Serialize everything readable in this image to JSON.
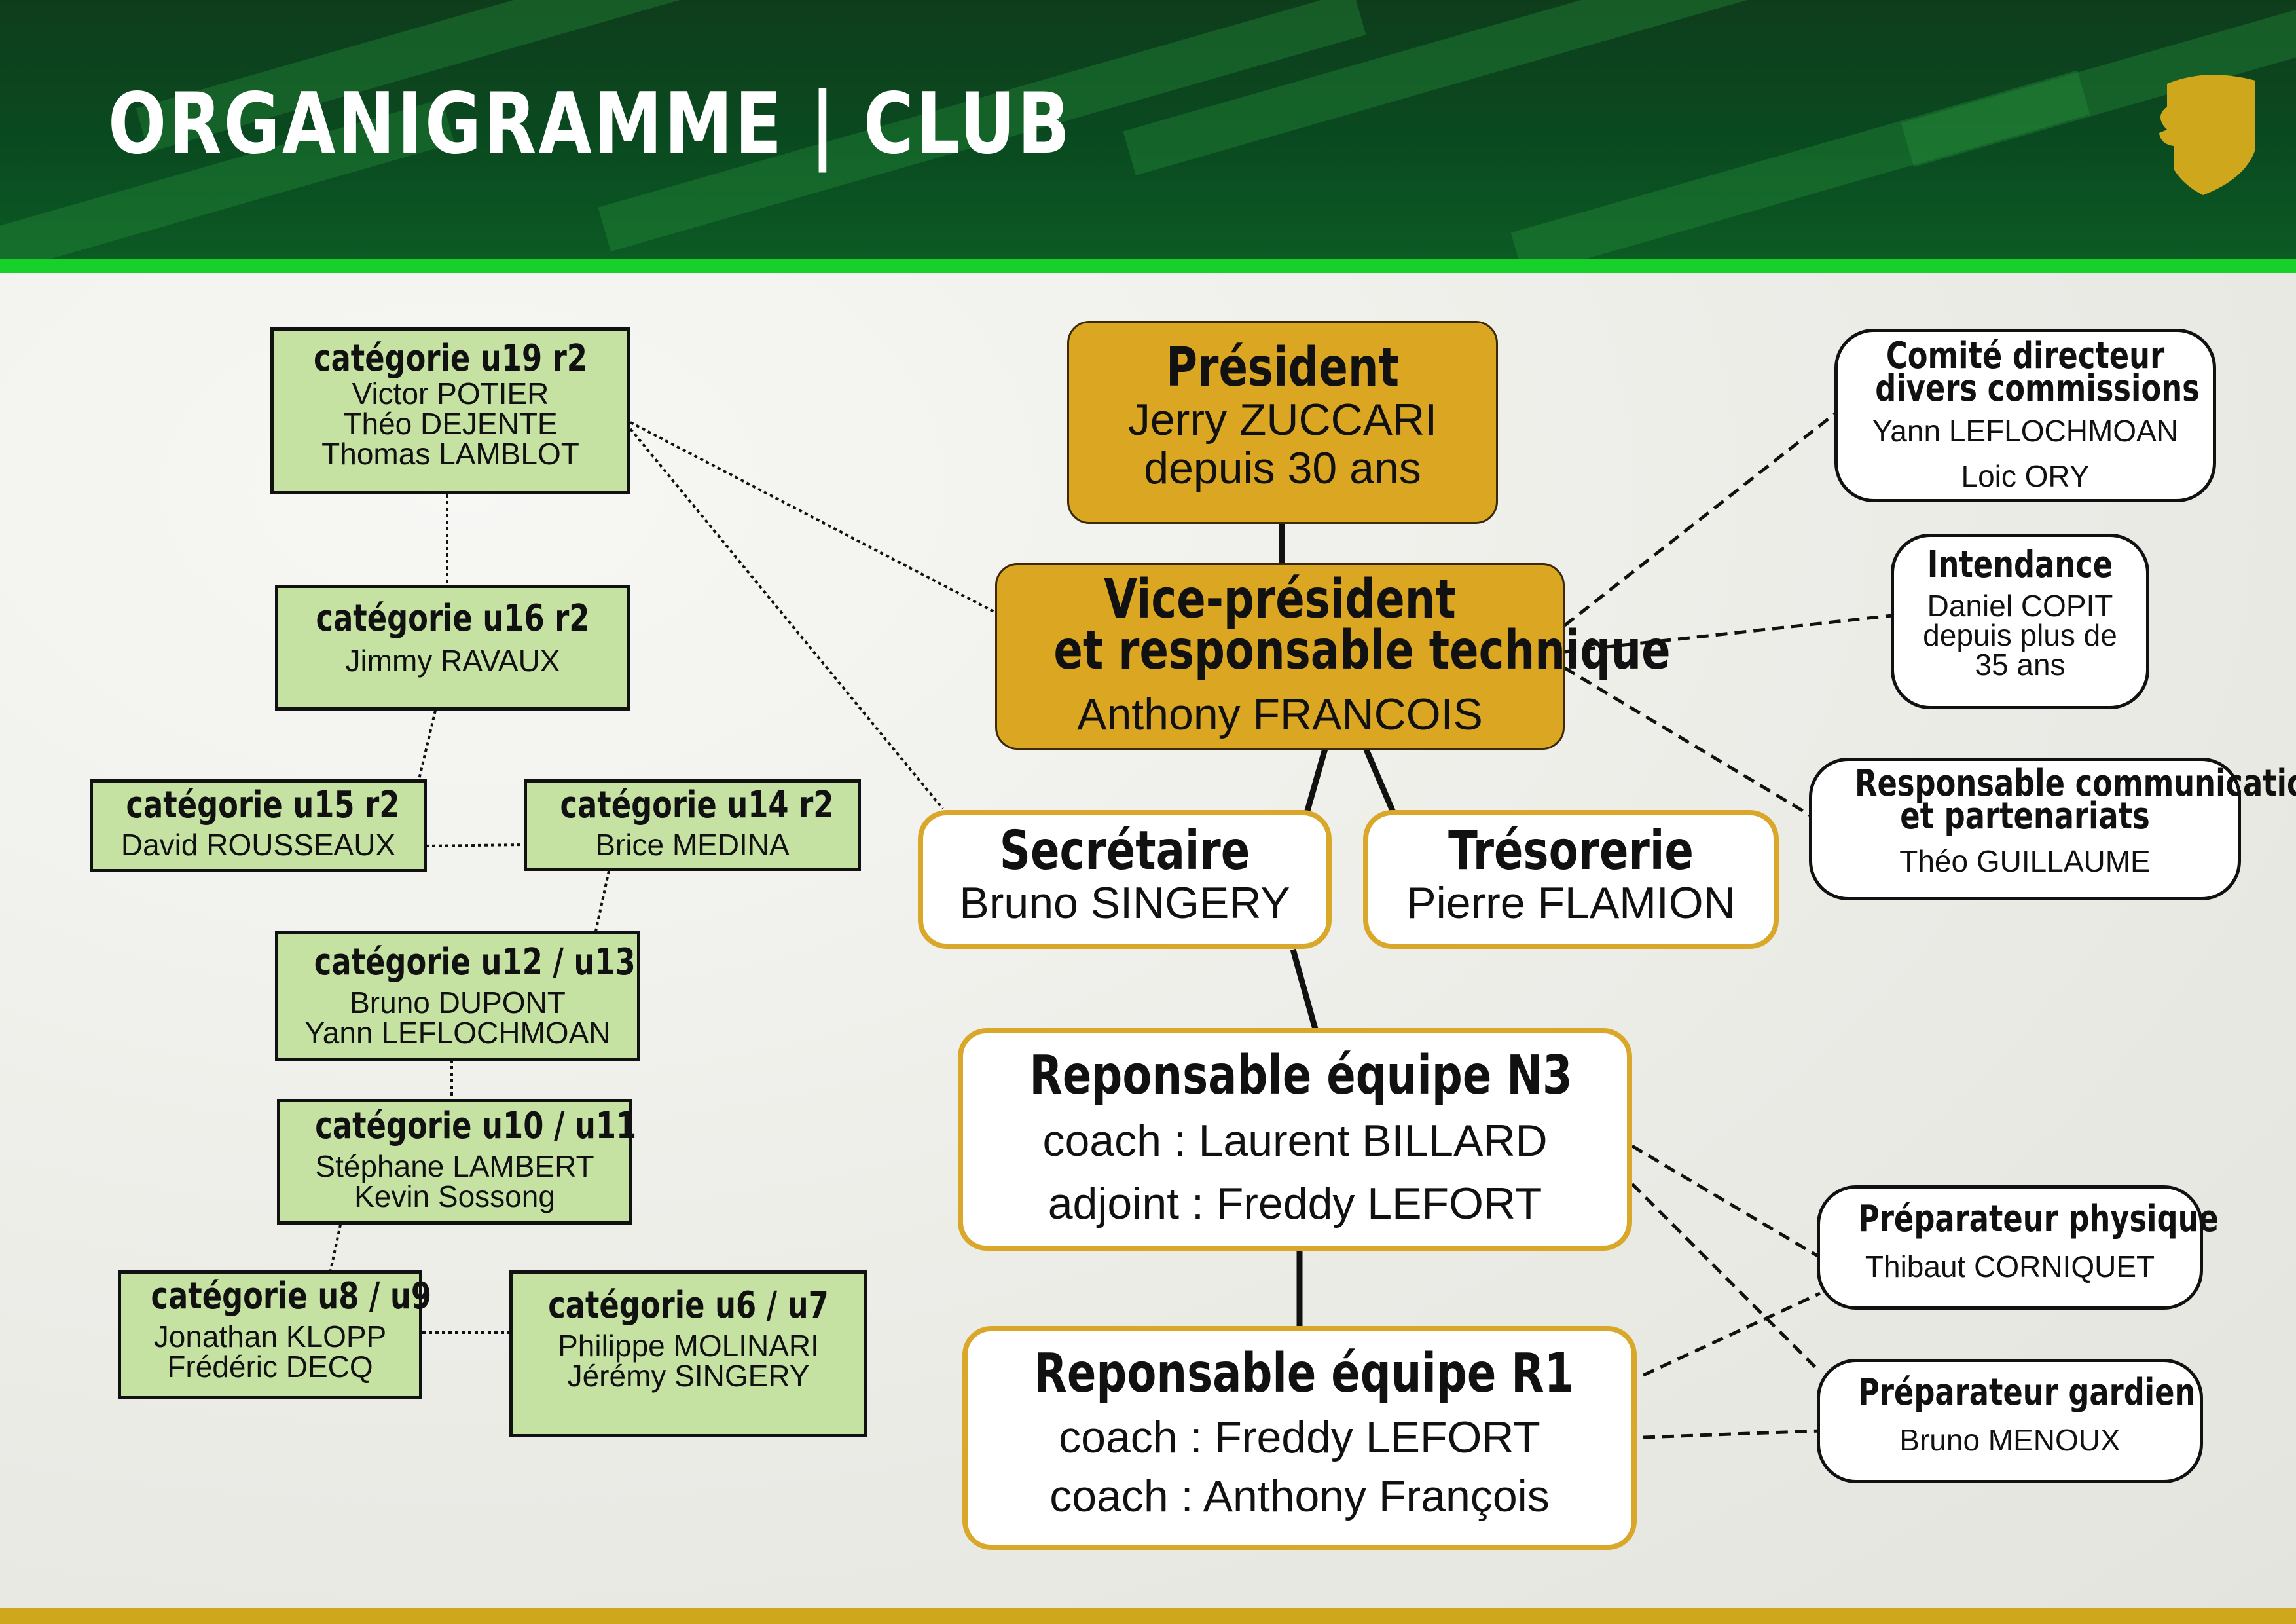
{
  "header": {
    "title": "ORGANIGRAMME | CLUB"
  },
  "colors": {
    "header_dark": "#0e3d1c",
    "accent_green": "#17d12a",
    "gold": "#dba622",
    "gold_border": "#d9a82a",
    "category_green": "#c5e2a3"
  },
  "logo": {
    "icon": "shield-head-icon"
  },
  "president": {
    "title": "Président",
    "lines": [
      "Jerry ZUCCARI",
      "depuis 30 ans"
    ]
  },
  "vice_president": {
    "title_lines": [
      "Vice-président",
      "et responsable technique"
    ],
    "name": "Anthony FRANCOIS"
  },
  "secretaire": {
    "title": "Secrétaire",
    "name": "Bruno SINGERY"
  },
  "tresorerie": {
    "title": "Trésorerie",
    "name": "Pierre FLAMION"
  },
  "equipe_n3": {
    "title": "Reponsable équipe N3",
    "lines": [
      "coach : Laurent BILLARD",
      "adjoint : Freddy LEFORT"
    ]
  },
  "equipe_r1": {
    "title": "Reponsable équipe R1",
    "lines": [
      "coach : Freddy LEFORT",
      "coach : Anthony François"
    ]
  },
  "comite": {
    "title_lines": [
      "Comité directeur",
      "divers commissions"
    ],
    "lines": [
      "Yann LEFLOCHMOAN",
      "Loic ORY"
    ]
  },
  "intendance": {
    "title": "Intendance",
    "lines": [
      "Daniel COPIT",
      "depuis plus de",
      "35 ans"
    ]
  },
  "communication": {
    "title_lines": [
      "Responsable communication",
      "et partenariats"
    ],
    "name": "Théo GUILLAUME"
  },
  "prep_physique": {
    "title": "Préparateur physique",
    "name": "Thibaut CORNIQUET"
  },
  "prep_gardien": {
    "title": "Préparateur gardien",
    "name": "Bruno MENOUX"
  },
  "categories": {
    "u19": {
      "title": "catégorie u19 r2",
      "lines": [
        "Victor POTIER",
        "Théo DEJENTE",
        "Thomas LAMBLOT"
      ]
    },
    "u16": {
      "title": "catégorie u16 r2",
      "lines": [
        "Jimmy RAVAUX"
      ]
    },
    "u15": {
      "title": "catégorie u15 r2",
      "lines": [
        "David ROUSSEAUX"
      ]
    },
    "u14": {
      "title": "catégorie u14 r2",
      "lines": [
        "Brice MEDINA"
      ]
    },
    "u12": {
      "title": "catégorie u12 / u13",
      "lines": [
        "Bruno DUPONT",
        "Yann LEFLOCHMOAN"
      ]
    },
    "u10": {
      "title": "catégorie u10 / u11",
      "lines": [
        "Stéphane LAMBERT",
        "Kevin Sossong"
      ]
    },
    "u8": {
      "title": "catégorie u8 / u9",
      "lines": [
        "Jonathan KLOPP",
        "Frédéric DECQ"
      ]
    },
    "u6": {
      "title": "catégorie u6 / u7",
      "lines": [
        "Philippe MOLINARI",
        "Jérémy SINGERY"
      ]
    }
  }
}
